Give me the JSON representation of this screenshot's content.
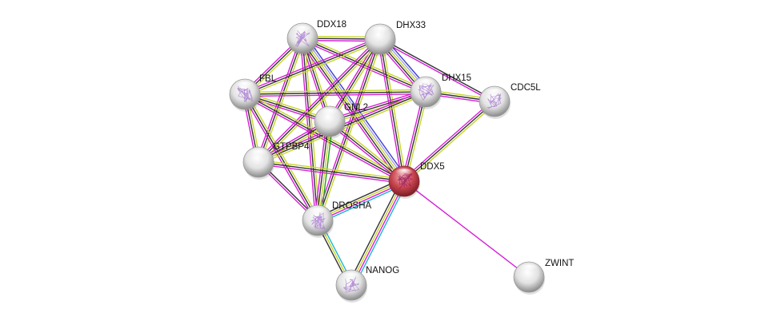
{
  "title": "Protein interaction network",
  "colors": {
    "query_node": "#c8454f",
    "node": "#e4e4e4",
    "edge_textmining": "#c6d62a",
    "edge_coexpression": "#333333",
    "edge_experiments": "#d61fd6",
    "edge_database": "#1fb5d6",
    "edge_homology": "#3b3bd6",
    "edge_homology_light": "#a0a0ee",
    "edge_neighborhood": "#1fa01f"
  },
  "nodes": [
    {
      "id": "DDX18",
      "label": "DDX18",
      "query": false,
      "structure": true
    },
    {
      "id": "DHX33",
      "label": "DHX33",
      "query": false,
      "structure": false
    },
    {
      "id": "FBL",
      "label": "FBL",
      "query": false,
      "structure": true
    },
    {
      "id": "DHX15",
      "label": "DHX15",
      "query": false,
      "structure": true
    },
    {
      "id": "CDC5L",
      "label": "CDC5L",
      "query": false,
      "structure": true
    },
    {
      "id": "GNL2",
      "label": "GNL2",
      "query": false,
      "structure": false
    },
    {
      "id": "GTPBP4",
      "label": "GTPBP4",
      "query": false,
      "structure": false
    },
    {
      "id": "DDX5",
      "label": "DDX5",
      "query": true,
      "structure": true
    },
    {
      "id": "DROSHA",
      "label": "DROSHA",
      "query": false,
      "structure": true
    },
    {
      "id": "NANOG",
      "label": "NANOG",
      "query": false,
      "structure": true
    },
    {
      "id": "ZWINT",
      "label": "ZWINT",
      "query": false,
      "structure": false
    }
  ],
  "edges": [
    {
      "a": "DDX18",
      "b": "DHX33",
      "types": [
        "textmining",
        "coexpression",
        "experiments"
      ]
    },
    {
      "a": "DDX18",
      "b": "FBL",
      "types": [
        "textmining",
        "coexpression",
        "experiments"
      ]
    },
    {
      "a": "DDX18",
      "b": "DHX15",
      "types": [
        "textmining",
        "coexpression",
        "experiments"
      ]
    },
    {
      "a": "DDX18",
      "b": "GNL2",
      "types": [
        "textmining",
        "coexpression",
        "experiments"
      ]
    },
    {
      "a": "DDX18",
      "b": "GTPBP4",
      "types": [
        "textmining",
        "coexpression",
        "experiments"
      ]
    },
    {
      "a": "DDX18",
      "b": "DDX5",
      "types": [
        "homology",
        "homology_light",
        "textmining",
        "coexpression",
        "experiments"
      ]
    },
    {
      "a": "DDX18",
      "b": "DROSHA",
      "types": [
        "textmining",
        "coexpression",
        "experiments"
      ]
    },
    {
      "a": "DHX33",
      "b": "FBL",
      "types": [
        "textmining",
        "coexpression",
        "experiments"
      ]
    },
    {
      "a": "DHX33",
      "b": "DHX15",
      "types": [
        "homology",
        "homology_light",
        "textmining",
        "coexpression",
        "experiments"
      ]
    },
    {
      "a": "DHX33",
      "b": "GNL2",
      "types": [
        "textmining",
        "coexpression",
        "experiments"
      ]
    },
    {
      "a": "DHX33",
      "b": "GTPBP4",
      "types": [
        "textmining",
        "coexpression",
        "experiments"
      ]
    },
    {
      "a": "DHX33",
      "b": "DDX5",
      "types": [
        "textmining",
        "coexpression",
        "experiments"
      ]
    },
    {
      "a": "DHX33",
      "b": "DROSHA",
      "types": [
        "textmining",
        "coexpression",
        "experiments"
      ]
    },
    {
      "a": "DHX33",
      "b": "CDC5L",
      "types": [
        "coexpression",
        "experiments"
      ]
    },
    {
      "a": "FBL",
      "b": "DHX15",
      "types": [
        "textmining",
        "coexpression",
        "experiments"
      ]
    },
    {
      "a": "FBL",
      "b": "GNL2",
      "types": [
        "textmining",
        "coexpression",
        "experiments"
      ]
    },
    {
      "a": "FBL",
      "b": "GTPBP4",
      "types": [
        "textmining",
        "coexpression",
        "experiments"
      ]
    },
    {
      "a": "FBL",
      "b": "DDX5",
      "types": [
        "textmining",
        "coexpression",
        "experiments"
      ]
    },
    {
      "a": "FBL",
      "b": "DROSHA",
      "types": [
        "textmining",
        "coexpression",
        "experiments"
      ]
    },
    {
      "a": "DHX15",
      "b": "CDC5L",
      "types": [
        "textmining",
        "coexpression",
        "experiments"
      ]
    },
    {
      "a": "DHX15",
      "b": "GNL2",
      "types": [
        "textmining",
        "coexpression",
        "experiments"
      ]
    },
    {
      "a": "DHX15",
      "b": "GTPBP4",
      "types": [
        "textmining",
        "coexpression",
        "experiments"
      ]
    },
    {
      "a": "DHX15",
      "b": "DDX5",
      "types": [
        "textmining",
        "coexpression",
        "experiments"
      ]
    },
    {
      "a": "CDC5L",
      "b": "DDX5",
      "types": [
        "textmining",
        "coexpression",
        "experiments"
      ]
    },
    {
      "a": "GNL2",
      "b": "GTPBP4",
      "types": [
        "textmining",
        "coexpression",
        "experiments"
      ]
    },
    {
      "a": "GNL2",
      "b": "DDX5",
      "types": [
        "textmining",
        "coexpression",
        "experiments"
      ]
    },
    {
      "a": "GNL2",
      "b": "DROSHA",
      "types": [
        "neighborhood",
        "textmining",
        "coexpression",
        "experiments"
      ]
    },
    {
      "a": "GTPBP4",
      "b": "DDX5",
      "types": [
        "textmining",
        "coexpression",
        "experiments"
      ]
    },
    {
      "a": "GTPBP4",
      "b": "DROSHA",
      "types": [
        "coexpression",
        "experiments"
      ]
    },
    {
      "a": "DDX5",
      "b": "DROSHA",
      "types": [
        "database",
        "experiments",
        "textmining",
        "coexpression"
      ]
    },
    {
      "a": "DDX5",
      "b": "NANOG",
      "types": [
        "database",
        "experiments",
        "textmining",
        "coexpression"
      ]
    },
    {
      "a": "DDX5",
      "b": "ZWINT",
      "types": [
        "experiments"
      ]
    },
    {
      "a": "DROSHA",
      "b": "NANOG",
      "types": [
        "database",
        "textmining",
        "coexpression"
      ]
    }
  ]
}
